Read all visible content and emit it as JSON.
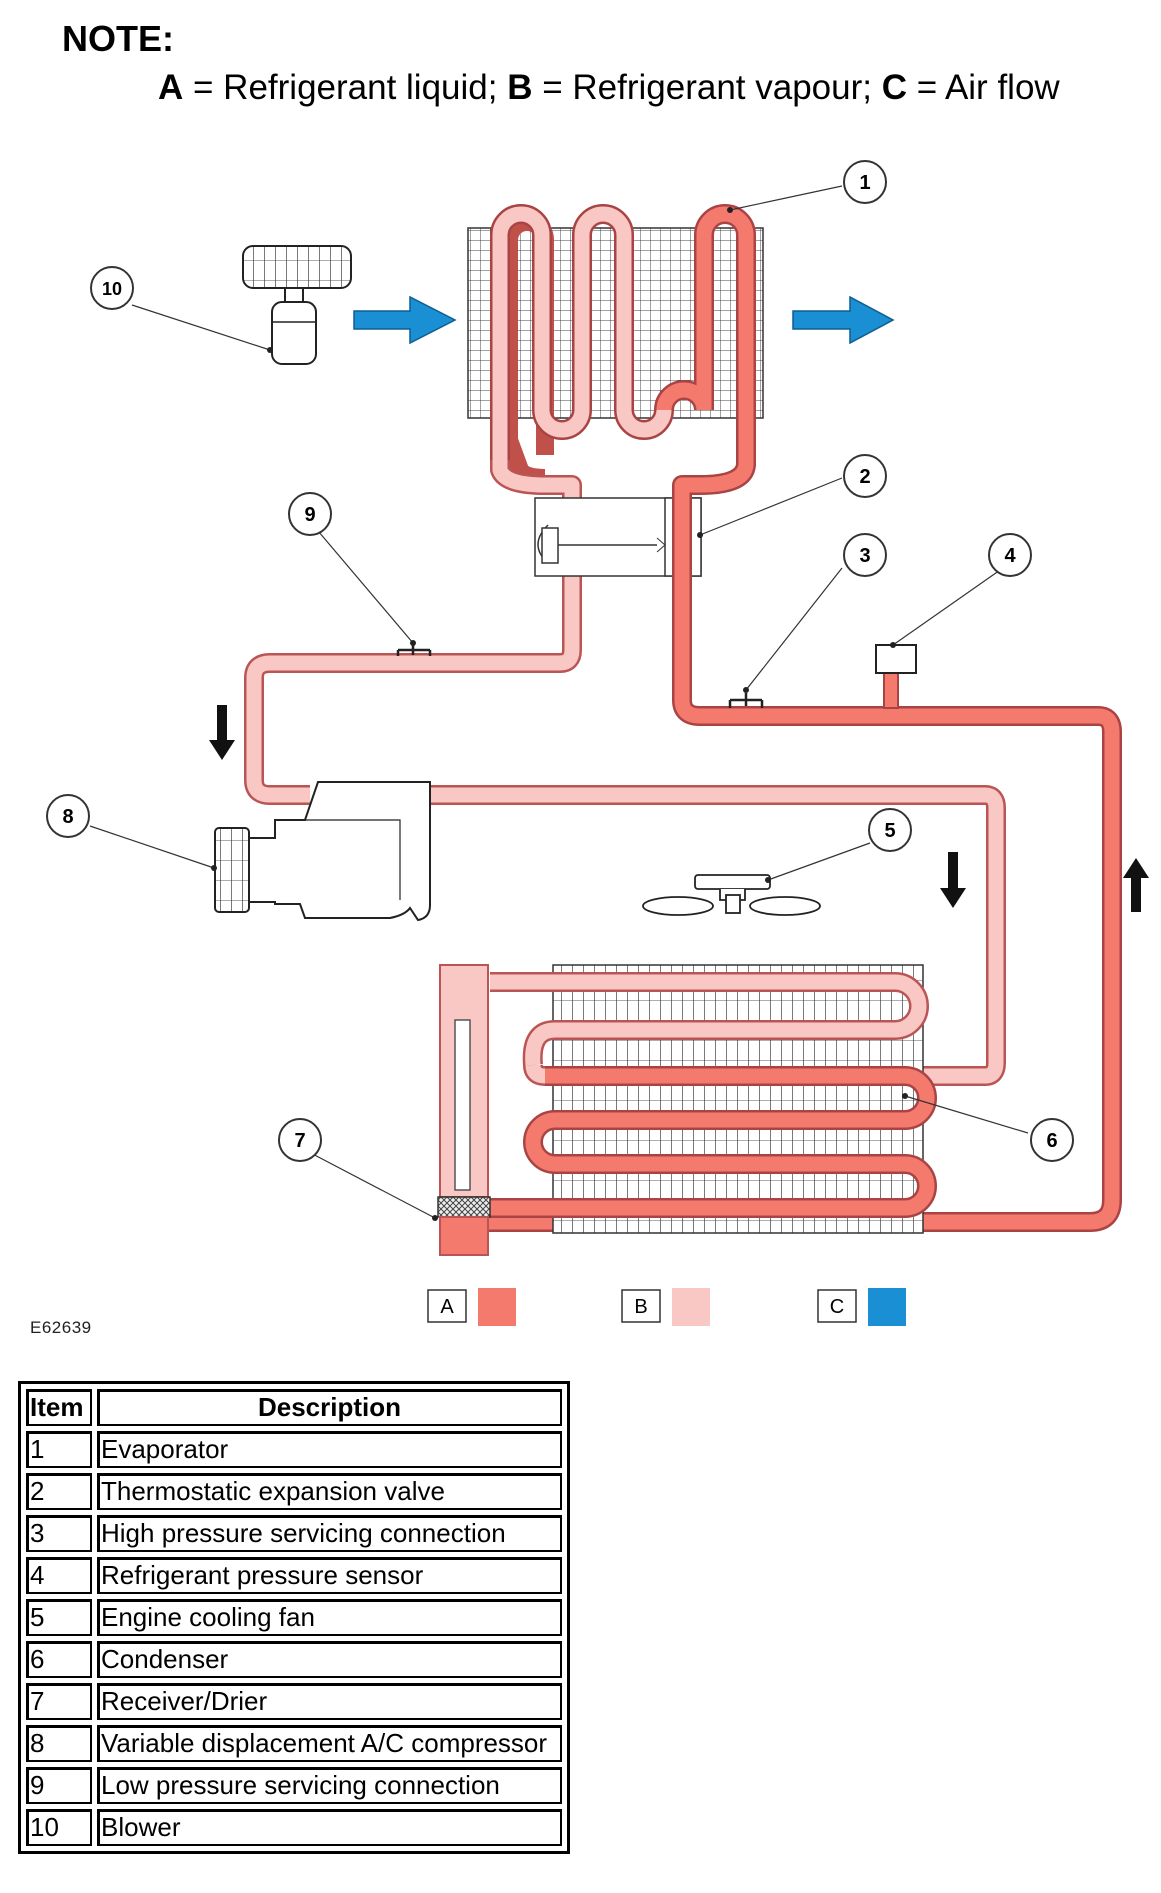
{
  "note": {
    "title": "NOTE:",
    "entries": [
      {
        "key": "A",
        "text": " = Refrigerant liquid; "
      },
      {
        "key": "B",
        "text": " = Refrigerant vapour; "
      },
      {
        "key": "C",
        "text": " = Air flow"
      }
    ]
  },
  "callouts": [
    "1",
    "2",
    "3",
    "4",
    "5",
    "6",
    "7",
    "8",
    "9",
    "10"
  ],
  "legend": [
    {
      "key": "A",
      "color": "#f47a6e"
    },
    {
      "key": "B",
      "color": "#f9c8c4"
    },
    {
      "key": "C",
      "color": "#1a8fd4"
    }
  ],
  "figure_id": "E62639",
  "table": {
    "headers": [
      "Item",
      "Description"
    ],
    "rows": [
      {
        "item": "1",
        "description": "Evaporator"
      },
      {
        "item": "2",
        "description": "Thermostatic expansion valve"
      },
      {
        "item": "3",
        "description": "High pressure servicing connection"
      },
      {
        "item": "4",
        "description": "Refrigerant pressure sensor"
      },
      {
        "item": "5",
        "description": "Engine cooling fan"
      },
      {
        "item": "6",
        "description": "Condenser"
      },
      {
        "item": "7",
        "description": "Receiver/Drier"
      },
      {
        "item": "8",
        "description": "Variable displacement A/C compressor"
      },
      {
        "item": "9",
        "description": "Low pressure servicing connection"
      },
      {
        "item": "10",
        "description": "Blower"
      }
    ]
  },
  "colors": {
    "liquid": "#f47a6e",
    "vapour": "#f9c8c4",
    "air": "#1a8fd4",
    "outline": "#c0504a"
  }
}
